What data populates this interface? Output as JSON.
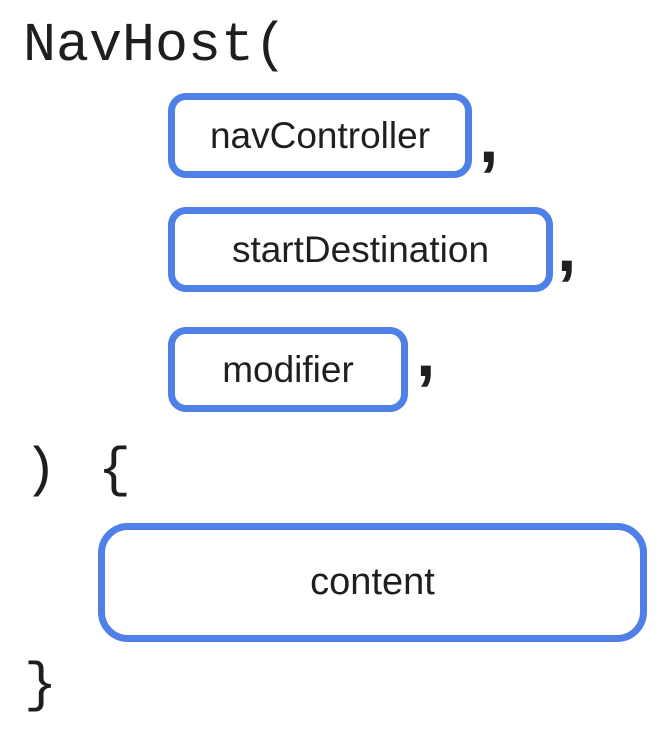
{
  "diagram": {
    "title_code": "NavHost(",
    "params": [
      {
        "label": "navController",
        "separator": ","
      },
      {
        "label": "startDestination",
        "separator": ","
      },
      {
        "label": "modifier",
        "separator": ","
      }
    ],
    "close_paren": ")",
    "open_brace": "{",
    "content_slot": {
      "label": "content"
    },
    "close_brace": "}"
  },
  "colors": {
    "accent_blue": "#4E80E8",
    "code_text": "#1E1E1E",
    "label_text": "#1F1F1F",
    "background": "#FFFFFF"
  }
}
